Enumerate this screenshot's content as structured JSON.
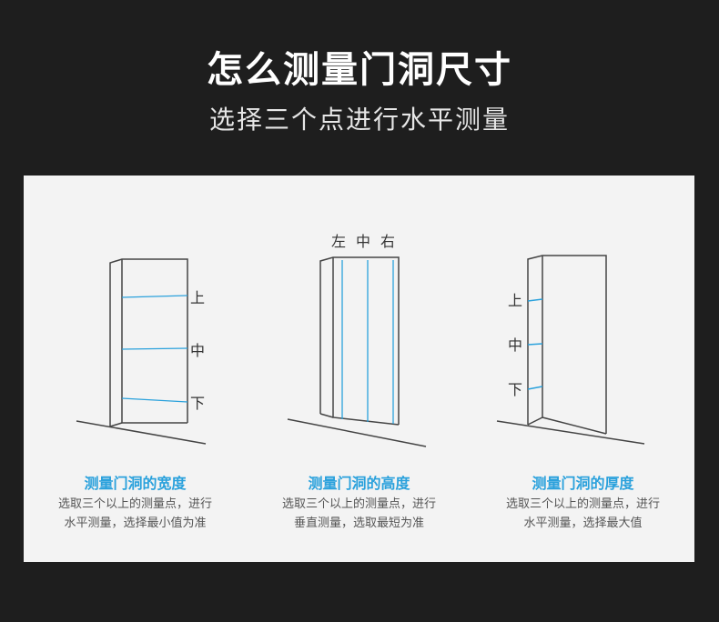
{
  "header": {
    "title": "怎么测量门洞尺寸",
    "subtitle": "选择三个点进行水平测量"
  },
  "colors": {
    "background": "#1e1e1e",
    "panel": "#f3f3f3",
    "accent": "#2aa1dc",
    "line": "#444444"
  },
  "cards": [
    {
      "title": "测量门洞的宽度",
      "desc_line1": "选取三个以上的测量点，进行",
      "desc_line2": "水平测量，选择最小值为准",
      "labels": [
        "上",
        "中",
        "下"
      ]
    },
    {
      "title": "测量门洞的高度",
      "desc_line1": "选取三个以上的测量点，进行",
      "desc_line2": "垂直测量，选取最短为准",
      "labels": [
        "左",
        "中",
        "右"
      ]
    },
    {
      "title": "测量门洞的厚度",
      "desc_line1": "选取三个以上的测量点，进行",
      "desc_line2": "水平测量，选择最大值",
      "labels": [
        "上",
        "中",
        "下"
      ]
    }
  ]
}
